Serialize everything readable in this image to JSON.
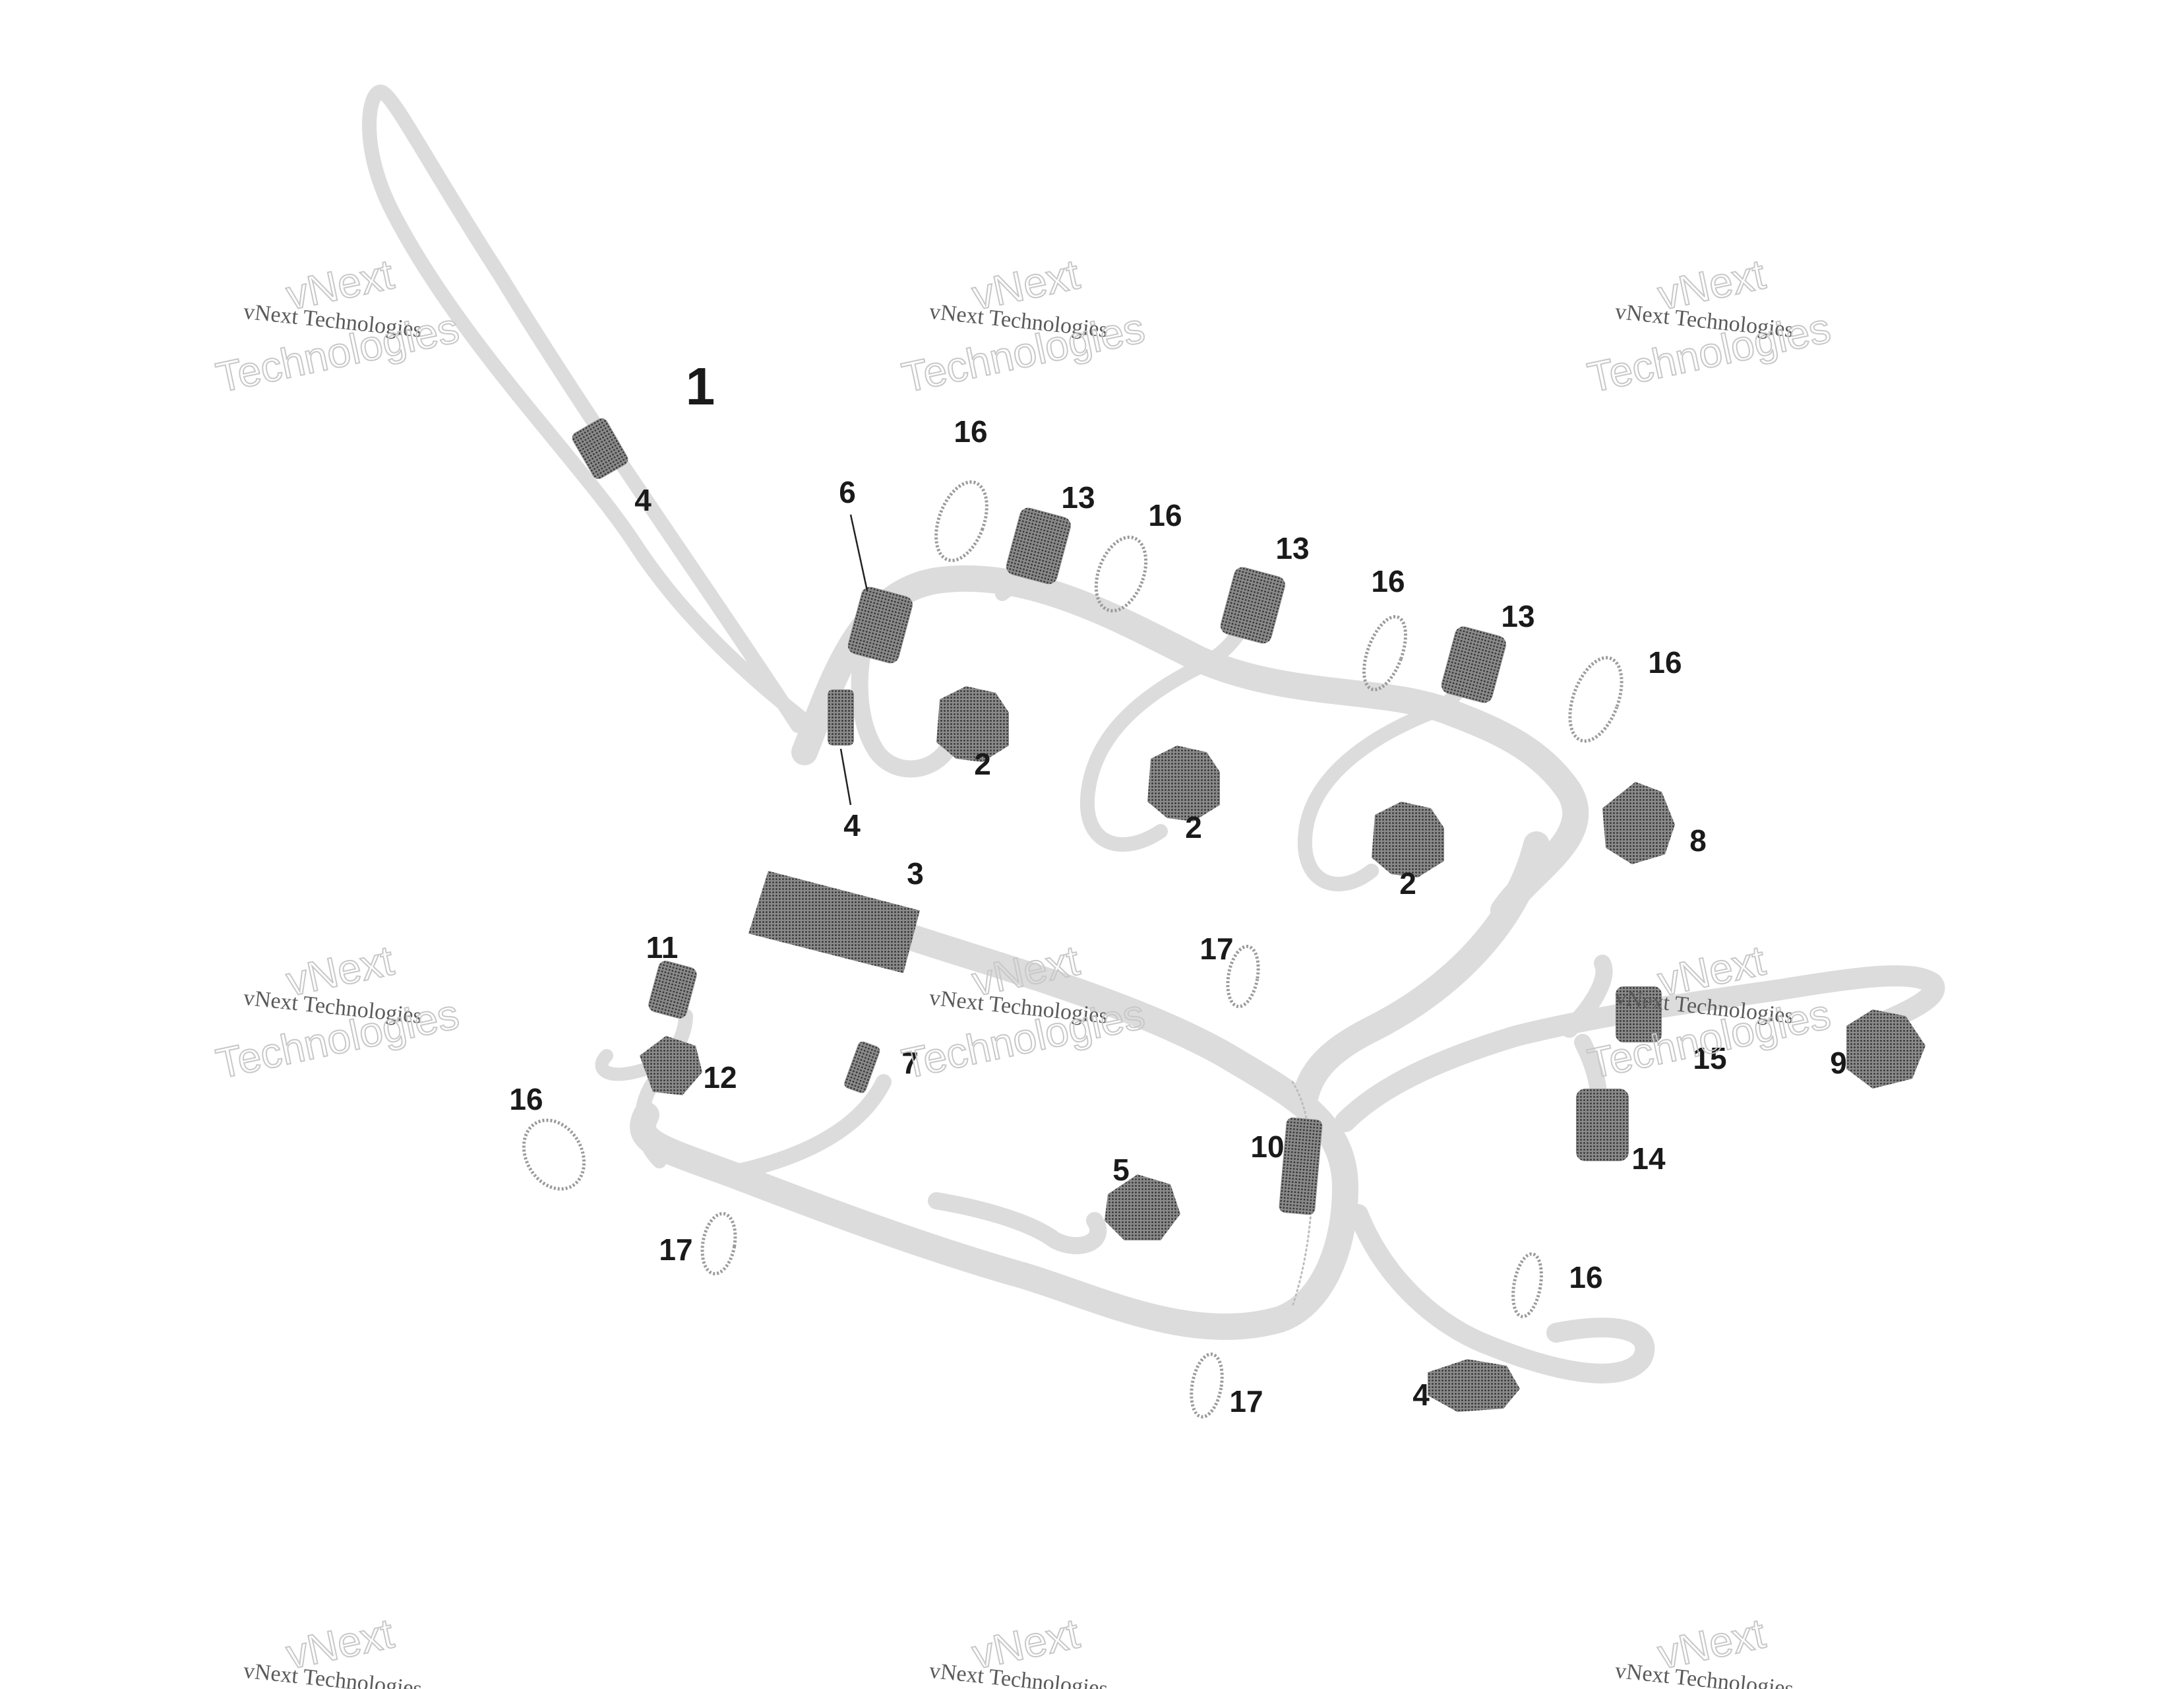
{
  "callouts": {
    "c1": "1",
    "c2a": "2",
    "c2b": "2",
    "c2c": "2",
    "c3": "3",
    "c4a": "4",
    "c4b": "4",
    "c4c": "4",
    "c5": "5",
    "c6": "6",
    "c7": "7",
    "c8": "8",
    "c9": "9",
    "c10": "10",
    "c11": "11",
    "c12": "12",
    "c13a": "13",
    "c13b": "13",
    "c13c": "13",
    "c14": "14",
    "c15": "15",
    "c16a": "16",
    "c16b": "16",
    "c16c": "16",
    "c16d": "16",
    "c16e": "16",
    "c16f": "16",
    "c17a": "17",
    "c17b": "17",
    "c17c": "17"
  },
  "watermark": {
    "line1": "vNext Technologies",
    "line2": "vNext",
    "line3": "Technologies"
  },
  "colors": {
    "harness": "#dcdcdc",
    "connector": "#7a7a7a",
    "label": "#1a1a1a"
  }
}
